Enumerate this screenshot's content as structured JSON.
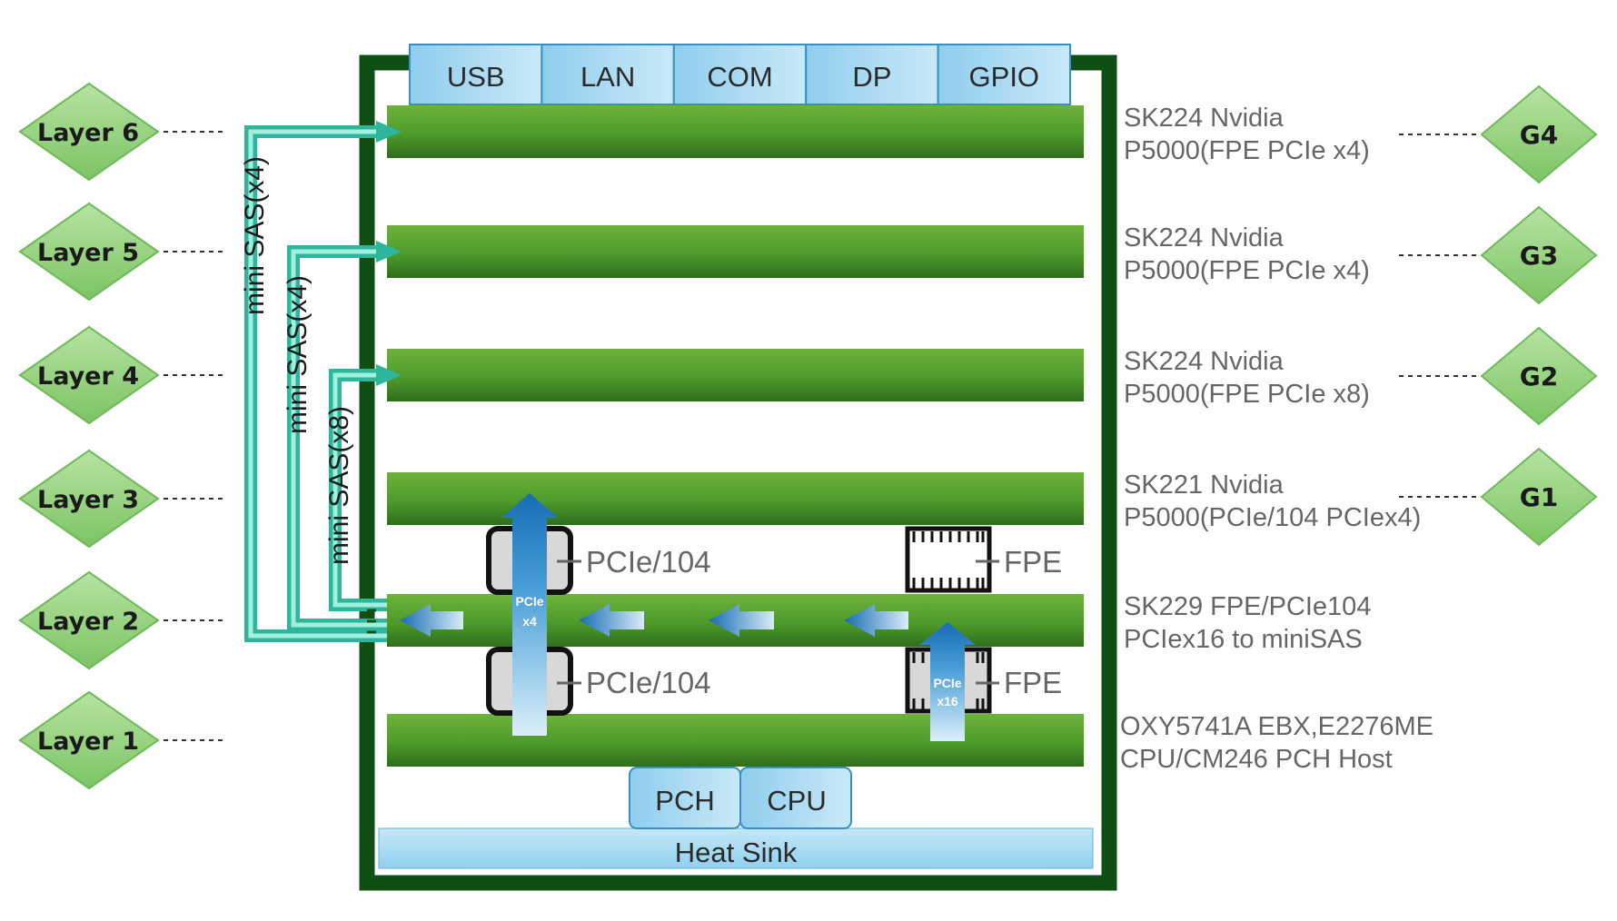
{
  "io_ports": [
    "USB",
    "LAN",
    "COM",
    "DP",
    "GPIO"
  ],
  "chips": {
    "pch": "PCH",
    "cpu": "CPU"
  },
  "heat_sink": "Heat Sink",
  "layers": [
    {
      "label": "Layer 6",
      "desc_line1": "SK224 Nvidia",
      "desc_line2": "P5000(FPE PCIe x4)",
      "gpu": "G4"
    },
    {
      "label": "Layer 5",
      "desc_line1": "SK224 Nvidia",
      "desc_line2": "P5000(FPE PCIe x4)",
      "gpu": "G3"
    },
    {
      "label": "Layer 4",
      "desc_line1": "SK224 Nvidia",
      "desc_line2": "P5000(FPE PCIe x8)",
      "gpu": "G2"
    },
    {
      "label": "Layer 3",
      "desc_line1": "SK221 Nvidia",
      "desc_line2": "P5000(PCIe/104 PCIex4)",
      "gpu": "G1"
    },
    {
      "label": "Layer 2",
      "desc_line1": "SK229 FPE/PCIe104",
      "desc_line2": "PCIex16 to miniSAS",
      "gpu": ""
    },
    {
      "label": "Layer 1",
      "desc_line1": "OXY5741A EBX,E2276ME",
      "desc_line2": "CPU/CM246 PCH Host",
      "gpu": ""
    }
  ],
  "connectors": {
    "pcie104_upper": "PCIe/104",
    "pcie104_lower": "PCIe/104",
    "fpe_upper": "FPE",
    "fpe_lower": "FPE"
  },
  "cables": [
    "mini SAS(x4)",
    "mini SAS(x4)",
    "mini SAS(x8)"
  ],
  "arrows": {
    "pcie_x4_line1": "PCIe",
    "pcie_x4_line2": "x4",
    "pcie_x16_line1": "PCIe",
    "pcie_x16_line2": "x16"
  },
  "colors": {
    "board_green": "#4e9a2b",
    "frame_green": "#0f4f14",
    "diamond_green": "#8fcf7a",
    "io_blue": "#a8daf2",
    "cable_teal": "#39c2a8",
    "arrow_blue": "#1f78c0"
  }
}
